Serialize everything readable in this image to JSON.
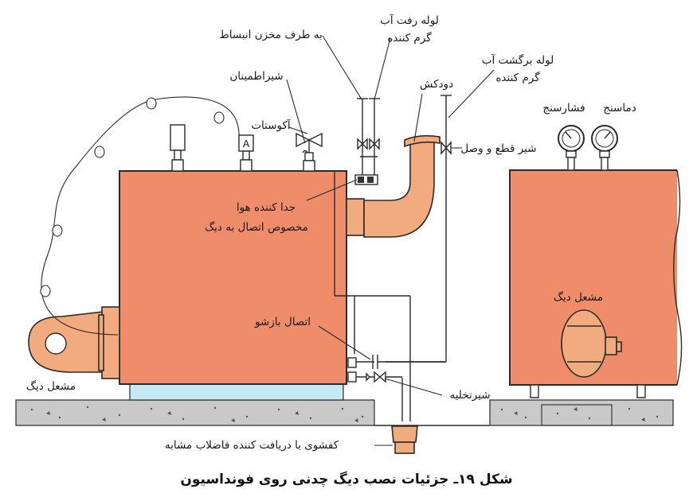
{
  "labels": {
    "expansion_tank": "به طرف مخزن انبساط",
    "supply_pipe_l1": "لوله رفت آب",
    "supply_pipe_l2": "گرم کننده",
    "safety_valve": "شیراطمینان",
    "aquastat": "آکوستات",
    "aquastat_box": "A",
    "chimney": "دودکش",
    "return_pipe_l1": "لوله برگشت آب",
    "return_pipe_l2": "گرم کننده",
    "thermometer": "دماسنج",
    "pressure_gauge": "فشارسنج",
    "shutoff_valve": "شیر قطع و وصل",
    "air_separator_l1": "جدا کننده هوا",
    "air_separator_l2": "مخصوص اتصال به دیگ",
    "burner_left": "مشعل دیگ",
    "burner_right": "مشعل دیگ",
    "unions": "اتصال بازشو",
    "drain_valve": "شیرتخلیه",
    "floor_drain": "کفشوی با دریافت کننده فاضلاب مشابه"
  },
  "caption": "شکل ۱۹ـ جزئیات نصب دیگ چدنی روی فونداسیون",
  "colors": {
    "boiler": "#ef8d6b",
    "pipe": "#f2ab7f",
    "base": "#c6e9f4",
    "concrete": "#c9c9c9"
  }
}
